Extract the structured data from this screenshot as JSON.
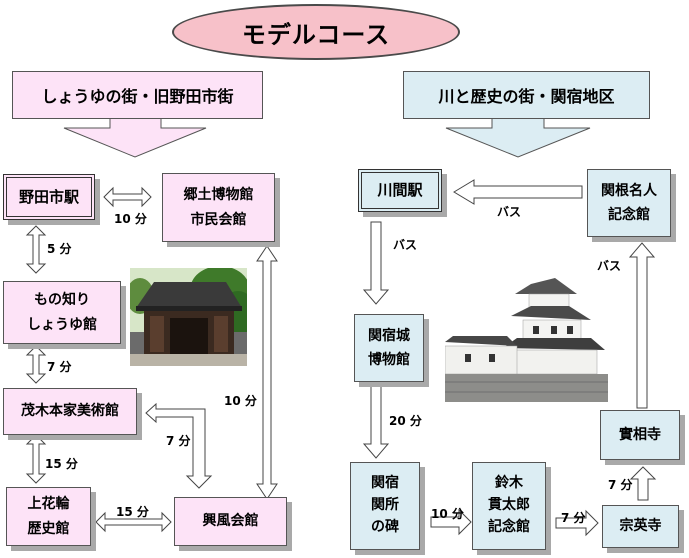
{
  "title": "モデルコース",
  "sections": {
    "left": "しょうゆの街・旧野田市街",
    "right": "川と歴史の街・関宿地区"
  },
  "left_nodes": {
    "noda_station": "野田市駅",
    "local_museum": [
      "郷土博物館",
      "市民会館"
    ],
    "monoshiri": [
      "もの知り",
      "しょうゆ館"
    ],
    "mogi_museum": "茂木本家美術館",
    "kamihanawa": [
      "上花輪",
      "歴史館"
    ],
    "kofukai": "興風会館"
  },
  "right_nodes": {
    "kawama_station": "川間駅",
    "sekine": [
      "関根名人",
      "記念館"
    ],
    "sekiyado_castle": [
      "関宿城",
      "博物館"
    ],
    "sekiyado_seki": [
      "関宿",
      "関所",
      "の碑"
    ],
    "suzuki": [
      "鈴木",
      "貫太郎",
      "記念館"
    ],
    "soeiji": "宗英寺",
    "jissoji": "實相寺"
  },
  "edge_labels": {
    "noda_local": "10 分",
    "noda_monoshiri": "5 分",
    "monoshiri_mogi": "7 分",
    "mogi_kofukai": "7 分",
    "local_kofukai": "10 分",
    "mogi_kamihanawa": "15 分",
    "kamihanawa_kofukai": "15 分",
    "sekine_kawama": "バス",
    "kawama_castle": "バス",
    "jissoji_sekine": "バス",
    "castle_seki": "20 分",
    "seki_suzuki": "10 分",
    "suzuki_soeiji": "7 分",
    "soeiji_jissoji": "7 分"
  },
  "colors": {
    "title_fill": "#f7c1c9",
    "left_fill": "#fde3f7",
    "right_fill": "#dcedf3",
    "shadow": "#a9a9a9"
  },
  "icons": {
    "gate_photo": "japanese-gate-photo",
    "castle_photo": "sekiyado-castle-photo"
  }
}
